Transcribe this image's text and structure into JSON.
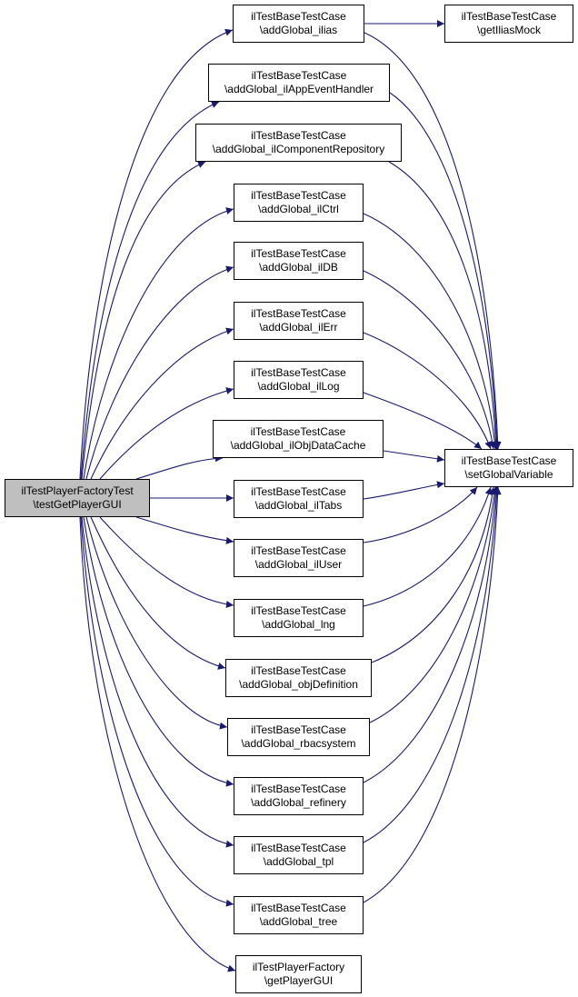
{
  "edge_color": "#191970",
  "root": {
    "line1": "ilTestPlayerFactoryTest",
    "line2": "\\testGetPlayerGUI",
    "fill": "#bfbfbf"
  },
  "nodes": [
    {
      "line1": "ilTestBaseTestCase",
      "line2": "\\addGlobal_ilias"
    },
    {
      "line1": "ilTestBaseTestCase",
      "line2": "\\getIliasMock"
    },
    {
      "line1": "ilTestBaseTestCase",
      "line2": "\\addGlobal_ilAppEventHandler"
    },
    {
      "line1": "ilTestBaseTestCase",
      "line2": "\\addGlobal_ilComponentRepository"
    },
    {
      "line1": "ilTestBaseTestCase",
      "line2": "\\addGlobal_ilCtrl"
    },
    {
      "line1": "ilTestBaseTestCase",
      "line2": "\\addGlobal_ilDB"
    },
    {
      "line1": "ilTestBaseTestCase",
      "line2": "\\addGlobal_ilErr"
    },
    {
      "line1": "ilTestBaseTestCase",
      "line2": "\\addGlobal_ilLog"
    },
    {
      "line1": "ilTestBaseTestCase",
      "line2": "\\addGlobal_ilObjDataCache"
    },
    {
      "line1": "ilTestBaseTestCase",
      "line2": "\\setGlobalVariable"
    },
    {
      "line1": "ilTestBaseTestCase",
      "line2": "\\addGlobal_ilTabs"
    },
    {
      "line1": "ilTestBaseTestCase",
      "line2": "\\addGlobal_ilUser"
    },
    {
      "line1": "ilTestBaseTestCase",
      "line2": "\\addGlobal_lng"
    },
    {
      "line1": "ilTestBaseTestCase",
      "line2": "\\addGlobal_objDefinition"
    },
    {
      "line1": "ilTestBaseTestCase",
      "line2": "\\addGlobal_rbacsystem"
    },
    {
      "line1": "ilTestBaseTestCase",
      "line2": "\\addGlobal_refinery"
    },
    {
      "line1": "ilTestBaseTestCase",
      "line2": "\\addGlobal_tpl"
    },
    {
      "line1": "ilTestBaseTestCase",
      "line2": "\\addGlobal_tree"
    },
    {
      "line1": "ilTestPlayerFactory",
      "line2": "\\getPlayerGUI"
    }
  ]
}
